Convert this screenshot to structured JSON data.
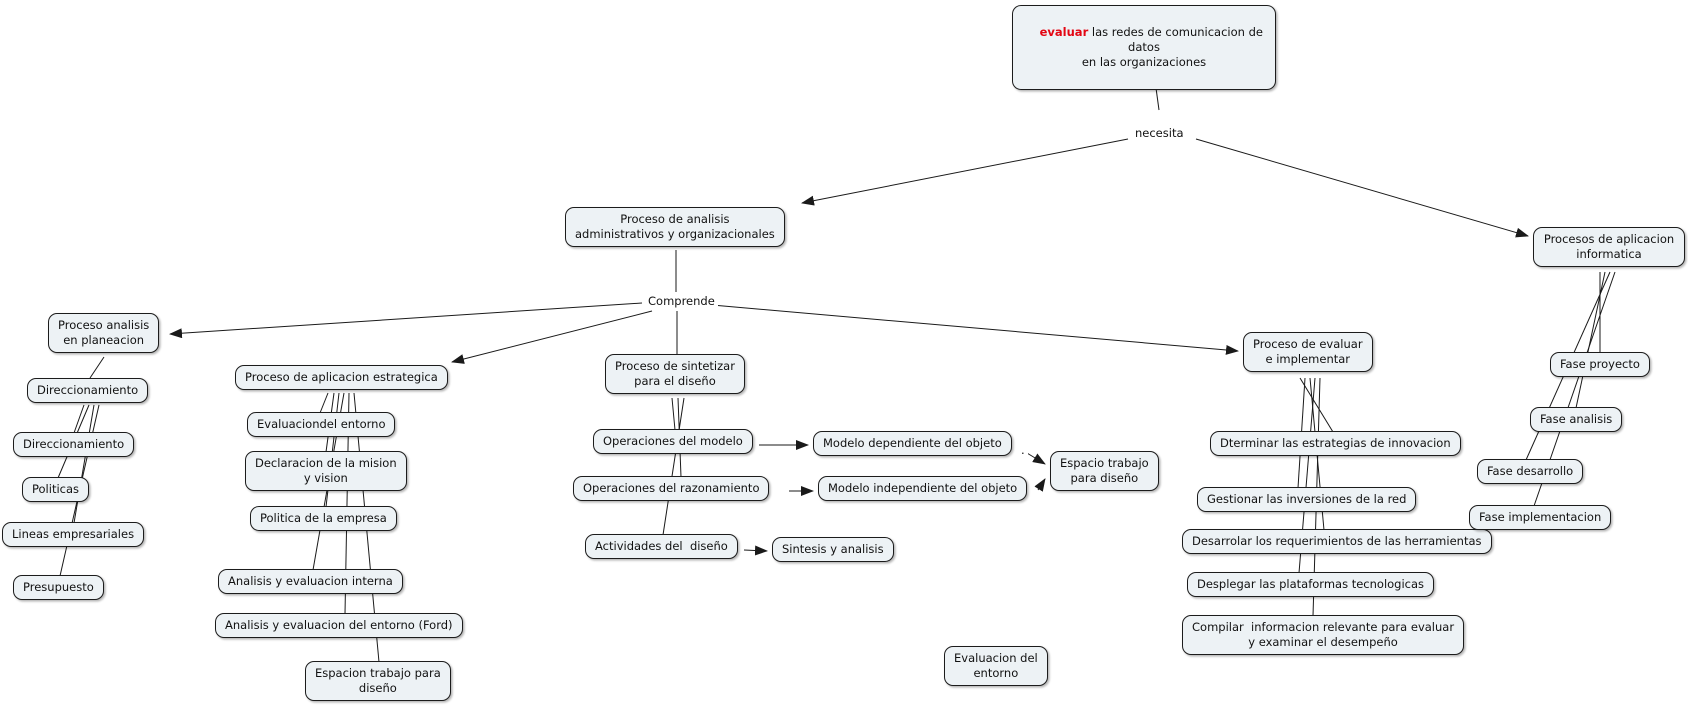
{
  "colors": {
    "background": "#ffffff",
    "node_fill": "#edf2f5",
    "node_border": "#1c1c1c",
    "text": "#111111",
    "accent_red": "#e30613",
    "line": "#1a1a1a"
  },
  "link_labels": {
    "necesita": "necesita",
    "comprende": "Comprende",
    "dot": "."
  },
  "nodes": {
    "top_box": {
      "red_word": "evaluar",
      "text_rest": " las redes de comunicacion de datos\nen las organizaciones"
    },
    "proc_admin": {
      "text": "Proceso de analisis\nadministrativos y organizacionales"
    },
    "proc_informatica": {
      "text": "Procesos de aplicacion\ninformatica"
    },
    "proc_planeacion": {
      "text": "Proceso analisis\nen planeacion"
    },
    "direccionamiento_1": {
      "text": "Direccionamiento"
    },
    "direccionamiento_2": {
      "text": "Direccionamiento"
    },
    "politicas": {
      "text": "Politicas"
    },
    "lineas_empresariales": {
      "text": "Lineas empresariales"
    },
    "presupuesto": {
      "text": "Presupuesto"
    },
    "proc_estrategica": {
      "text": "Proceso de aplicacion estrategica"
    },
    "evaluaciondel_entorno": {
      "text": "Evaluaciondel entorno"
    },
    "declaracion_mision": {
      "text": "Declaracion de la mision\ny vision"
    },
    "politica_empresa": {
      "text": "Politica de la empresa"
    },
    "analisis_interna": {
      "text": "Analisis y evaluacion interna"
    },
    "analisis_ford": {
      "text": "Analisis y evaluacion del entorno (Ford)"
    },
    "espacion_trabajo": {
      "text": "Espacion trabajo para\ndiseño"
    },
    "proc_sintetizar": {
      "text": "Proceso de sintetizar\npara el diseño"
    },
    "operaciones_modelo": {
      "text": "Operaciones del modelo"
    },
    "operaciones_razonamiento": {
      "text": "Operaciones del razonamiento"
    },
    "actividades_diseno": {
      "text": "Actividades del  diseño"
    },
    "sintesis_analisis": {
      "text": "Sintesis y analisis"
    },
    "modelo_dependiente": {
      "text": "Modelo dependiente del objeto"
    },
    "modelo_independiente": {
      "text": "Modelo independiente del objeto"
    },
    "espacio_trabajo": {
      "text": "Espacio trabajo\npara diseño"
    },
    "proc_evaluar": {
      "text": "Proceso de evaluar\ne implementar"
    },
    "dterminar": {
      "text": "Dterminar las estrategias de innovacion"
    },
    "gestionar": {
      "text": "Gestionar las inversiones de la red"
    },
    "desarrolar": {
      "text": "Desarrolar los requerimientos de las herramientas"
    },
    "desplegar": {
      "text": "Desplegar las plataformas tecnologicas"
    },
    "compilar": {
      "text": "Compilar  informacion relevante para evaluar\ny examinar el desempeño"
    },
    "fase_proyecto": {
      "text": "Fase proyecto"
    },
    "fase_analisis": {
      "text": "Fase analisis"
    },
    "fase_desarrollo": {
      "text": "Fase desarrollo"
    },
    "fase_implementacion": {
      "text": "Fase implementacion"
    },
    "evaluacion_entorno": {
      "text": "Evaluacion del\nentorno"
    }
  }
}
